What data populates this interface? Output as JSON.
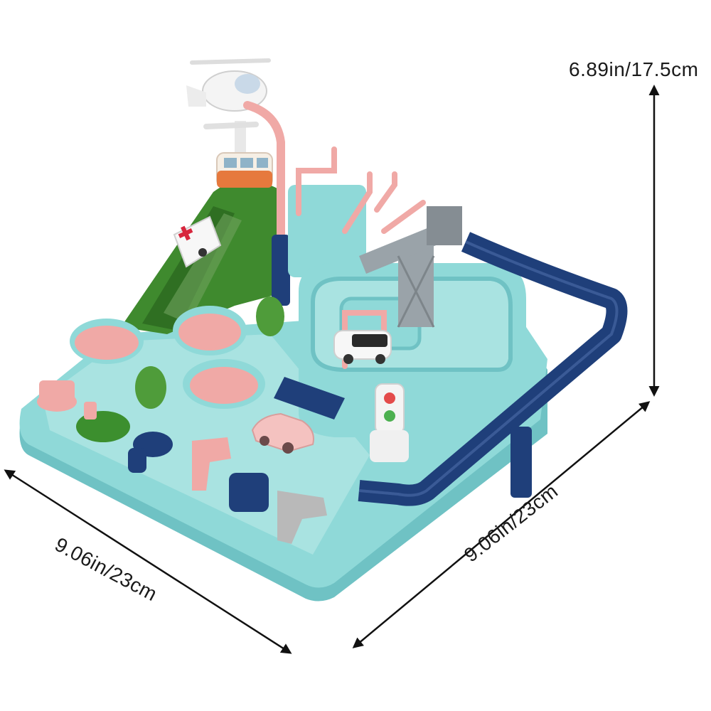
{
  "dimensions": {
    "height": "6.89in/17.5cm",
    "width_left": "9.06in/23cm",
    "width_right": "9.06in/23cm"
  },
  "colors": {
    "base": "#8fd9d8",
    "base_shadow": "#6fc2c4",
    "track_navy": "#1f3f7a",
    "pink": "#f0a9a6",
    "hill_green": "#3f8a2e",
    "crane_gray": "#9aa3a9",
    "arrow": "#111111"
  },
  "icons": [
    "helicopter-icon",
    "bus-icon",
    "ambulance-icon",
    "police-car-icon",
    "pink-car-icon",
    "traffic-light-icon",
    "crane-icon"
  ]
}
